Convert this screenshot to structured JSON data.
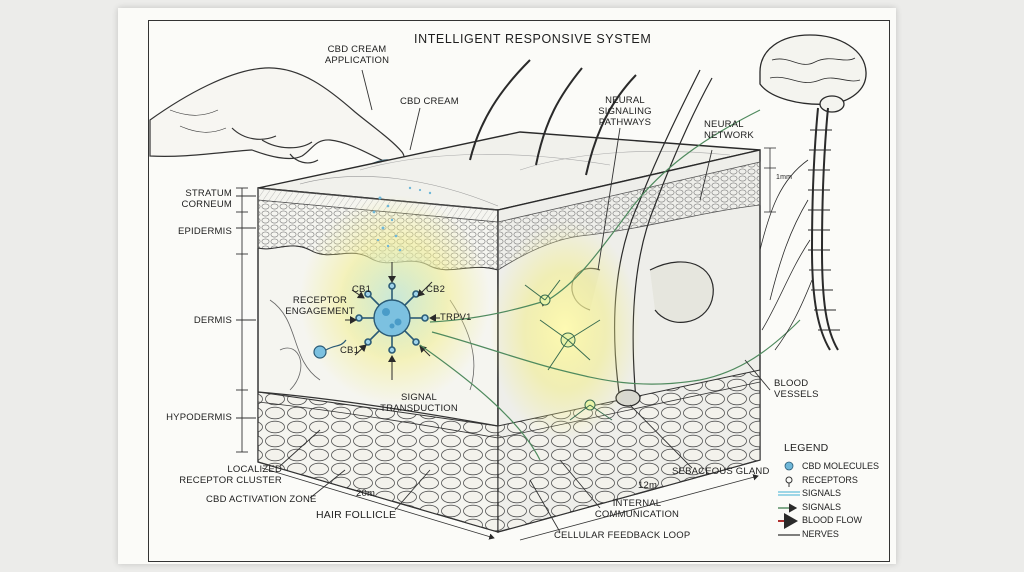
{
  "title": "INTELLIGENT RESPONSIVE SYSTEM",
  "labels": {
    "cbd_cream_application": "CBD CREAM\nAPPLICATION",
    "cbd_cream": "CBD CREAM",
    "neural_signaling_pathways": "NEURAL\nSIGNALING\nPATHWAYS",
    "neural_network": "NEURAL\nNETWORK",
    "stratum_corneum": "STRATUM\nCORNEUM",
    "epidermis": "EPIDERMIS",
    "dermis": "DERMIS",
    "hypodermis": "HYPODERMIS",
    "cb1_top": "CB1",
    "cb2": "CB2",
    "receptor_engagement": "RECEPTOR\nENGAGEMENT",
    "trpv1": "TRPV1",
    "cb1_left": "CB1",
    "signal_transduction": "SIGNAL\nTRANSDUCTION",
    "localized_receptor_cluster": "LOCALIZED\nRECEPTOR CLUSTER",
    "cbd_activation_zone": "CBD ACTIVATION ZONE",
    "hair_follicle": "HAIR FOLLICLE",
    "scale_20m": "20m",
    "scale_12m": "12m",
    "internal_communication": "INTERNAL\nCOMMUNICATION",
    "cellular_feedback_loop": "CELLULAR FEEDBACK LOOP",
    "sebaceous_gland": "SEBACEOUS GLAND",
    "blood_vessels": "BLOOD\nVESSELS",
    "scale_small": "1mm"
  },
  "legend": {
    "title": "LEGEND",
    "items": [
      {
        "label": "CBD MOLECULES",
        "symbol": "dot-icon",
        "color": "#6fb7d8"
      },
      {
        "label": "RECEPTORS",
        "symbol": "receptor-icon",
        "color": "#333333"
      },
      {
        "label": "SIGNALS",
        "symbol": "wave-icon",
        "color": "#7ec9df"
      },
      {
        "label": "SIGNALS",
        "symbol": "arrow-icon",
        "color": "#3a7a4a"
      },
      {
        "label": "BLOOD FLOW",
        "symbol": "red-arrow-icon",
        "color": "#b03030"
      },
      {
        "label": "NERVES",
        "symbol": "line-icon",
        "color": "#333333"
      }
    ]
  },
  "colors": {
    "glow": "#f2ee8a",
    "cbd_blue": "#9fd3ea",
    "receptor_blue": "#4a9cc8",
    "ink": "#2a2a2a"
  }
}
